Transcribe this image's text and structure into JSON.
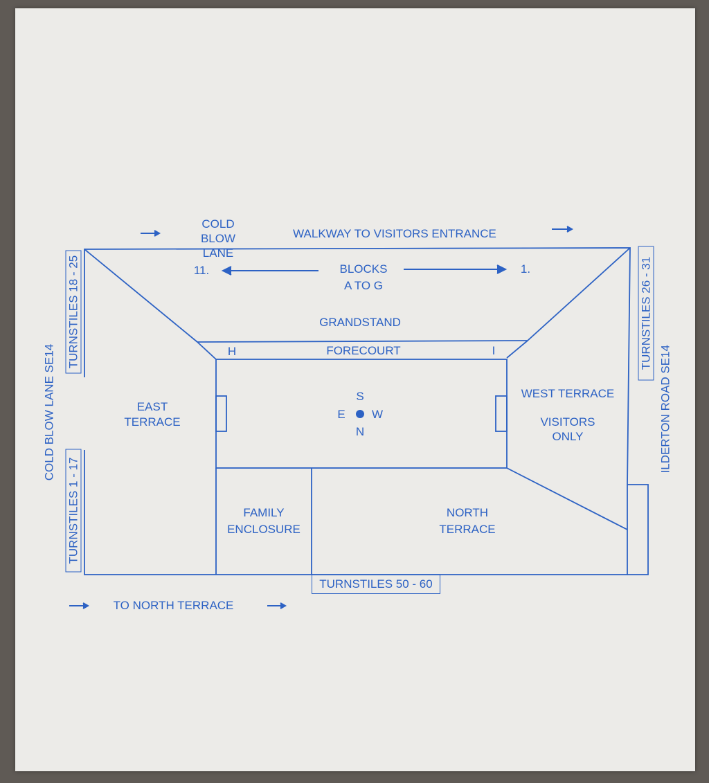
{
  "colors": {
    "paper": "#ecebe8",
    "ink": "#2d62c4",
    "background": "#5f5a55"
  },
  "roads": {
    "cold_blow_lane_top": "COLD BLOW\nLANE",
    "walkway": "WALKWAY TO VISITORS ENTRANCE",
    "cold_blow_lane_side": "COLD BLOW LANE SE14",
    "ilderton_road": "ILDERTON ROAD SE14",
    "to_north_terrace": "TO NORTH TERRACE"
  },
  "turnstiles": {
    "t18_25": "TURNSTILES 18 - 25",
    "t1_17": "TURNSTILES  1 - 17",
    "t26_31": "TURNSTILES 26 - 31",
    "t50_60": "TURNSTILES 50 - 60"
  },
  "stands": {
    "blocks": "BLOCKS\nA TO G",
    "block_left": "11.",
    "block_right": "1.",
    "grandstand": "GRANDSTAND",
    "forecourt": "FORECOURT",
    "h_label": "H",
    "i_label": "I",
    "east_terrace": "EAST\nTERRACE",
    "west_terrace": "WEST TERRACE",
    "visitors_only": "VISITORS\nONLY",
    "family_enclosure": "FAMILY\nENCLOSURE",
    "north_terrace": "NORTH\nTERRACE"
  },
  "compass": {
    "north": "N",
    "south": "S",
    "east": "E",
    "west": "W"
  }
}
